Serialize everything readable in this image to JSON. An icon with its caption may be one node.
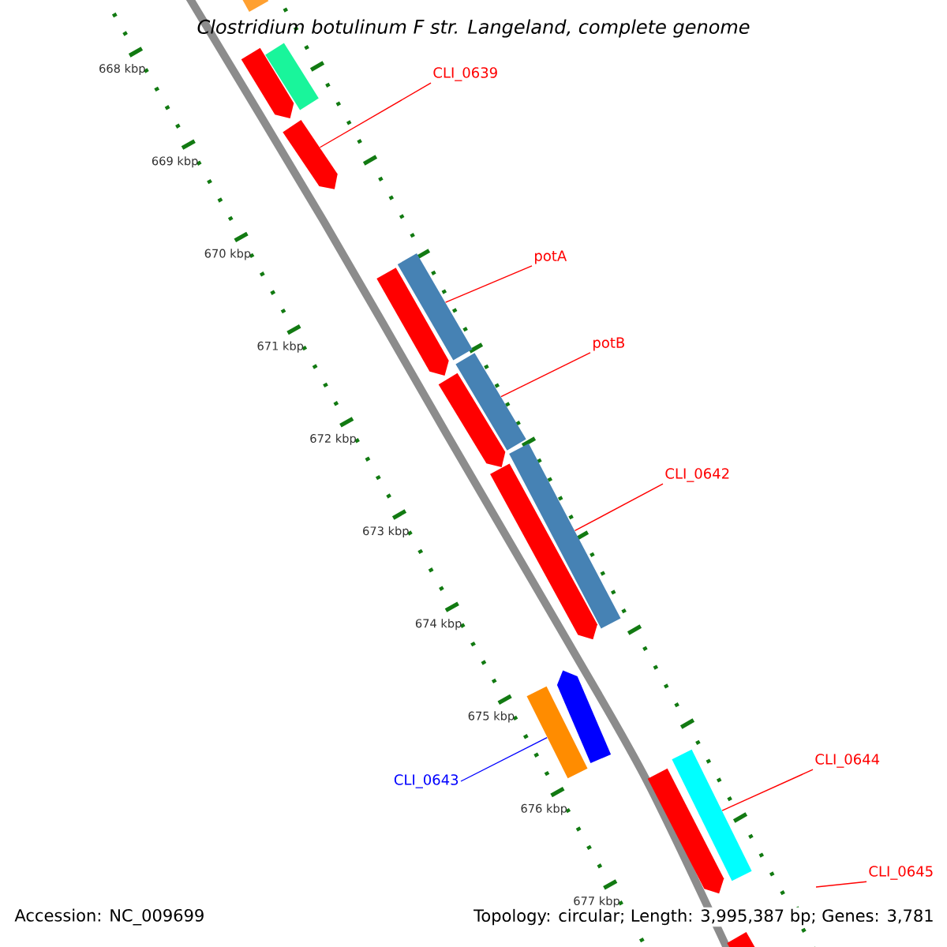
{
  "diagram": {
    "title": "Clostridium botulinum F str. Langeland, complete genome",
    "nodes": [
      {
        "text": [
          "CLI_0639"
        ]
      },
      {
        "text": [],
        "shape": "arrow"
      },
      {
        "text": [
          "potA"
        ]
      },
      {
        "text": [],
        "shape": "bar"
      },
      {
        "text": [
          "potB"
        ]
      },
      {
        "text": [],
        "shape": "bar"
      },
      {
        "text": [
          "CLI_0642"
        ]
      },
      {
        "text": [],
        "shape": "bar"
      },
      {
        "text": [
          "CLI_0643"
        ]
      },
      {
        "text": [],
        "shape": "bar"
      },
      {
        "text": [
          "CLI_0644"
        ]
      },
      {
        "text": [],
        "shape": "bar"
      },
      {
        "text": [
          "CLI_0645"
        ]
      },
      {
        "text": [],
        "shape": "bar"
      },
      {
        "text": [],
        "shape": "bar"
      },
      {
        "text": [],
        "shape": "arrow"
      },
      {
        "text": [],
        "shape": "arrow"
      },
      {
        "text": [],
        "shape": "arrow"
      },
      {
        "text": [],
        "shape": "arrow"
      },
      {
        "text": [],
        "shape": "arrow"
      },
      {
        "text": [],
        "shape": "arrow"
      },
      {
        "text": [],
        "shape": "arrow"
      }
    ],
    "edges": [
      {
        "from": 0,
        "to": 1,
        "arrow": "none"
      },
      {
        "from": 2,
        "to": 3,
        "arrow": "none"
      },
      {
        "from": 4,
        "to": 5,
        "arrow": "none"
      },
      {
        "from": 6,
        "to": 7,
        "arrow": "none"
      },
      {
        "from": 8,
        "to": 9,
        "arrow": "none",
        "color": "#0000ff"
      },
      {
        "from": 10,
        "to": 11,
        "arrow": "none"
      },
      {
        "from": 12,
        "to": null,
        "arrow": "none"
      }
    ],
    "labels": [
      "668 kbp",
      "669 kbp",
      "670 kbp",
      "671 kbp",
      "672 kbp",
      "673 kbp",
      "674 kbp",
      "675 kbp",
      "676 kbp",
      "677 kbp",
      "Accession: NC_009699",
      "Topology: circular; Length: 3,995,387 bp; Genes: 3,781"
    ]
  }
}
